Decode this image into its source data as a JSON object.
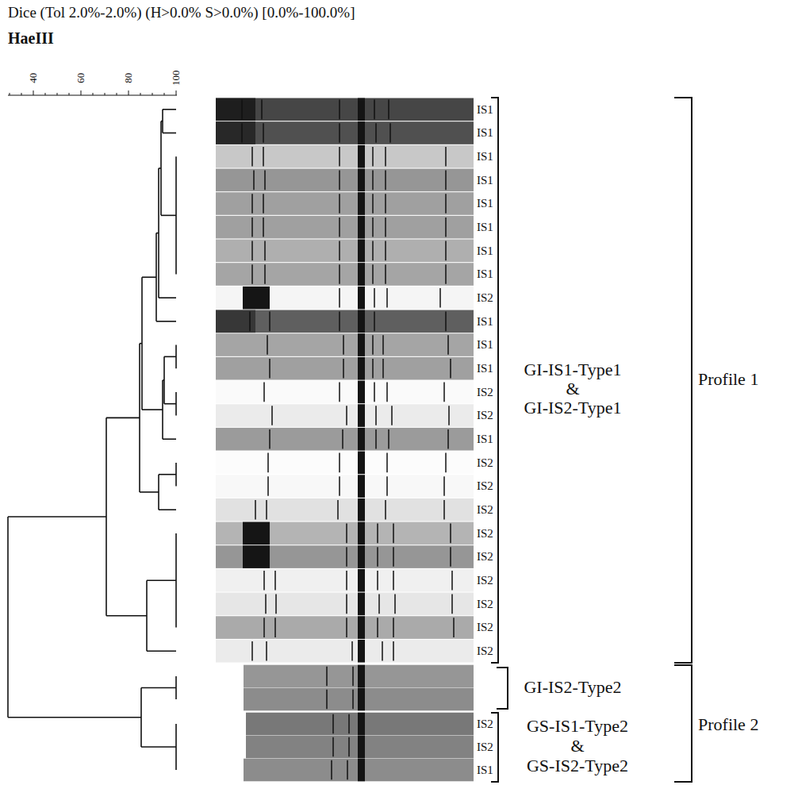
{
  "diagram": {
    "title": "Dice (Tol 2.0%-2.0%) (H>0.0% S>0.0%) [0.0%-100.0%]",
    "labels": [
      "HaeIII",
      "40",
      "60",
      "80",
      "100",
      "IS1",
      "IS1",
      "IS1",
      "IS1",
      "IS1",
      "IS1",
      "IS1",
      "IS1",
      "IS2",
      "IS1",
      "IS1",
      "IS1",
      "IS2",
      "IS2",
      "IS1",
      "IS2",
      "IS2",
      "IS2",
      "IS2",
      "IS2",
      "IS2",
      "IS2",
      "IS2",
      "IS2",
      "GI-IS1-Type1",
      "&",
      "GI-IS2-Type1",
      "Profile 1",
      "GI-IS2-Type2",
      "IS2",
      "IS2",
      "IS1",
      "GS-IS1-Type2",
      "&",
      "GS-IS2-Type2",
      "Profile 2"
    ]
  }
}
